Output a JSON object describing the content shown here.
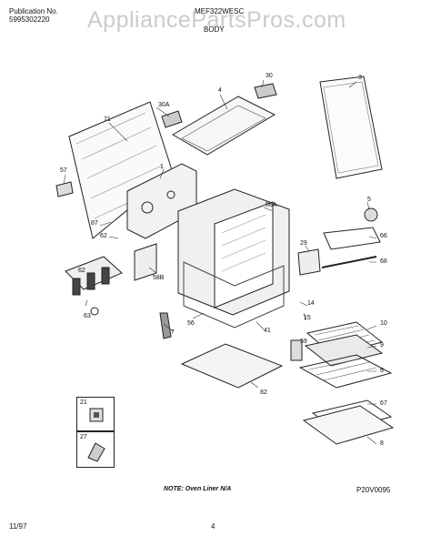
{
  "header": {
    "publication_label": "Publication No.",
    "publication_number": "5995302220",
    "model": "MEF322WESC",
    "section": "BODY"
  },
  "watermark": "AppliancePartsPros.com",
  "callouts": {
    "c71": "71",
    "c30A": "30A",
    "c4": "4",
    "c30": "30",
    "c3": "3",
    "c57": "57",
    "c1": "1",
    "c87": "87",
    "c62a": "62",
    "c58A": "58A",
    "c5": "5",
    "c29": "29",
    "c66": "66",
    "c68": "68",
    "c62b": "62",
    "c58B": "58B",
    "c63": "63",
    "c14": "14",
    "c15": "15",
    "c7": "7",
    "c56": "56",
    "c41": "41",
    "c59": "59",
    "c10": "10",
    "c9": "9",
    "c6": "6",
    "c67": "67",
    "c82": "82",
    "c8": "8"
  },
  "insets": [
    {
      "num": "21"
    },
    {
      "num": "27"
    }
  ],
  "note": "NOTE: Oven Liner N/A",
  "diagram_code": "P20V0095",
  "footer": {
    "date": "11/97",
    "page": "4"
  }
}
